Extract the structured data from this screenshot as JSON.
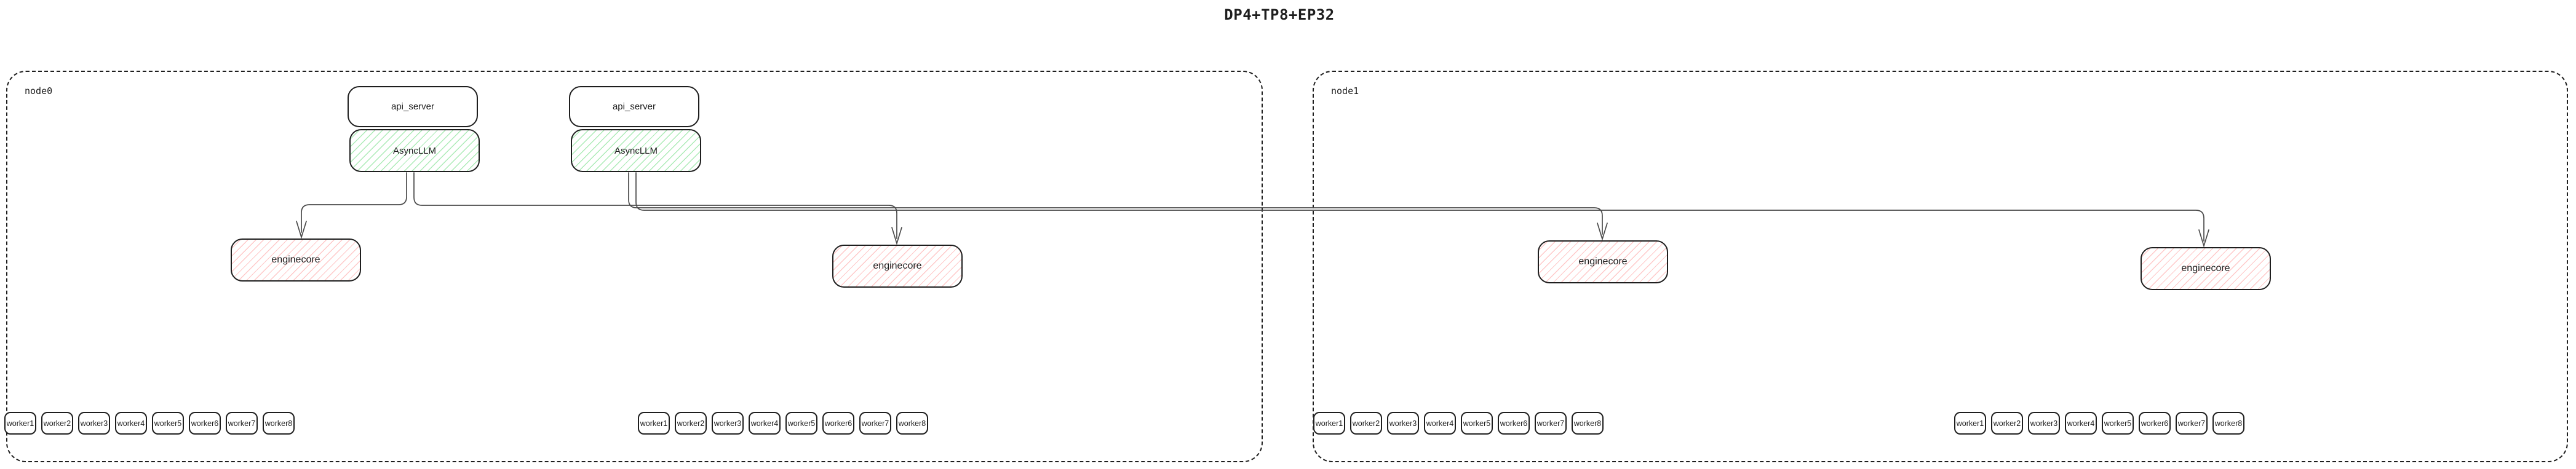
{
  "title": "DP4+TP8+EP32",
  "colors": {
    "background": "#ffffff",
    "box_border": "#1e1e1e",
    "connector_line": "#4a4a4a",
    "async_llm_hatch": "#69db7c",
    "enginecore_hatch": "#ff8787"
  },
  "nodes": [
    {
      "label": "node0",
      "stacks": [
        {
          "api_server": "api_server",
          "async_llm": "AsyncLLM"
        },
        {
          "api_server": "api_server",
          "async_llm": "AsyncLLM"
        }
      ],
      "enginecores": [
        {
          "label": "enginecore"
        },
        {
          "label": "enginecore"
        }
      ],
      "worker_groups": [
        [
          "worker1",
          "worker2",
          "worker3",
          "worker4",
          "worker5",
          "worker6",
          "worker7",
          "worker8"
        ],
        [
          "worker1",
          "worker2",
          "worker3",
          "worker4",
          "worker5",
          "worker6",
          "worker7",
          "worker8"
        ]
      ]
    },
    {
      "label": "node1",
      "enginecores": [
        {
          "label": "enginecore"
        },
        {
          "label": "enginecore"
        }
      ],
      "worker_groups": [
        [
          "worker1",
          "worker2",
          "worker3",
          "worker4",
          "worker5",
          "worker6",
          "worker7",
          "worker8"
        ],
        [
          "worker1",
          "worker2",
          "worker3",
          "worker4",
          "worker5",
          "worker6",
          "worker7",
          "worker8"
        ]
      ]
    }
  ]
}
